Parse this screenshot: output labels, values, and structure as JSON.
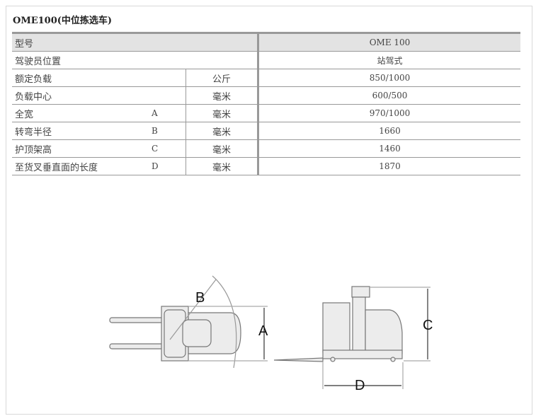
{
  "title": "OME100(中位拣选车)",
  "table": {
    "header": {
      "label": "型号",
      "value": "OME 100"
    },
    "rows": [
      {
        "label": "驾驶员位置",
        "letter": "",
        "unit": "",
        "value": "站驾式"
      },
      {
        "label": "额定负载",
        "letter": "",
        "unit": "公斤",
        "value": "850/1000"
      },
      {
        "label": "负载中心",
        "letter": "",
        "unit": "毫米",
        "value": "600/500"
      },
      {
        "label": "全宽",
        "letter": "A",
        "unit": "毫米",
        "value": "970/1000"
      },
      {
        "label": "转弯半径",
        "letter": "B",
        "unit": "毫米",
        "value": "1660"
      },
      {
        "label": "护顶架高",
        "letter": "C",
        "unit": "毫米",
        "value": "1460"
      },
      {
        "label": "至货叉垂直面的长度",
        "letter": "D",
        "unit": "毫米",
        "value": "1870"
      }
    ]
  },
  "diagram": {
    "labels": {
      "a": "A",
      "b": "B",
      "c": "C",
      "d": "D"
    }
  }
}
